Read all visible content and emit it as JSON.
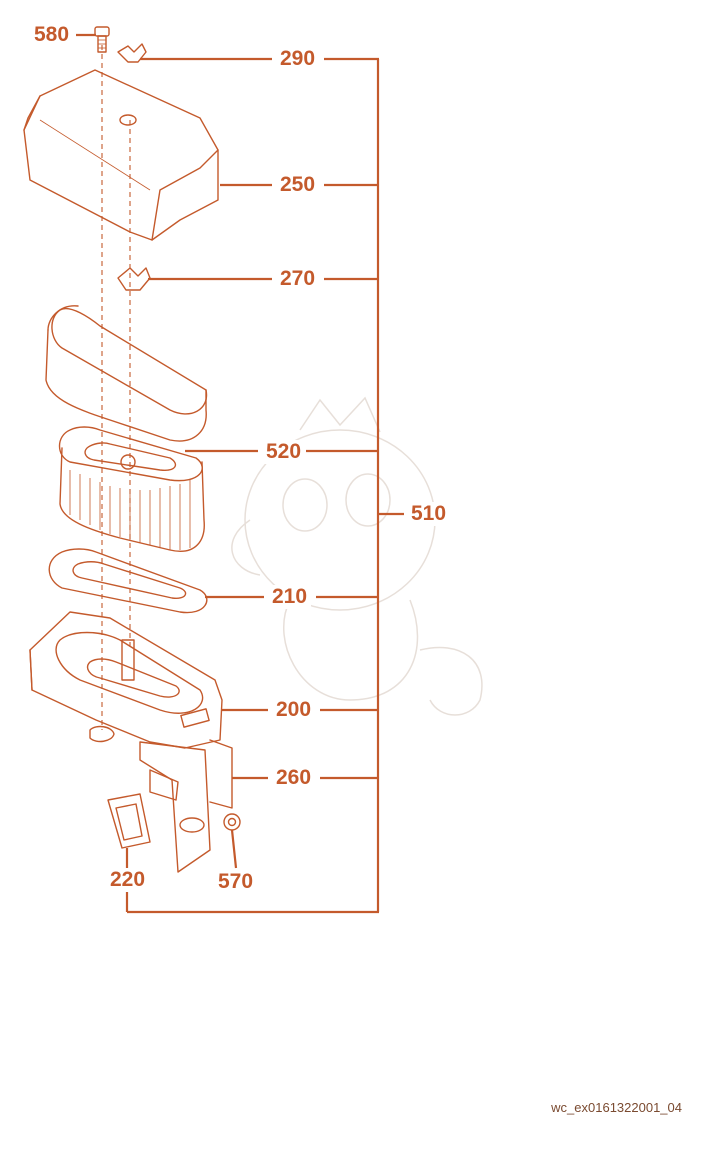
{
  "diagram": {
    "colors": {
      "line": "#c45a2c",
      "watermark": "#e7dfd9",
      "caption": "#7a4a30"
    },
    "parts": [
      {
        "id": "580"
      },
      {
        "id": "290"
      },
      {
        "id": "250"
      },
      {
        "id": "270"
      },
      {
        "id": "520"
      },
      {
        "id": "510"
      },
      {
        "id": "210"
      },
      {
        "id": "200"
      },
      {
        "id": "260"
      },
      {
        "id": "220"
      },
      {
        "id": "570"
      }
    ],
    "caption": "wc_ex0161322001_04"
  }
}
